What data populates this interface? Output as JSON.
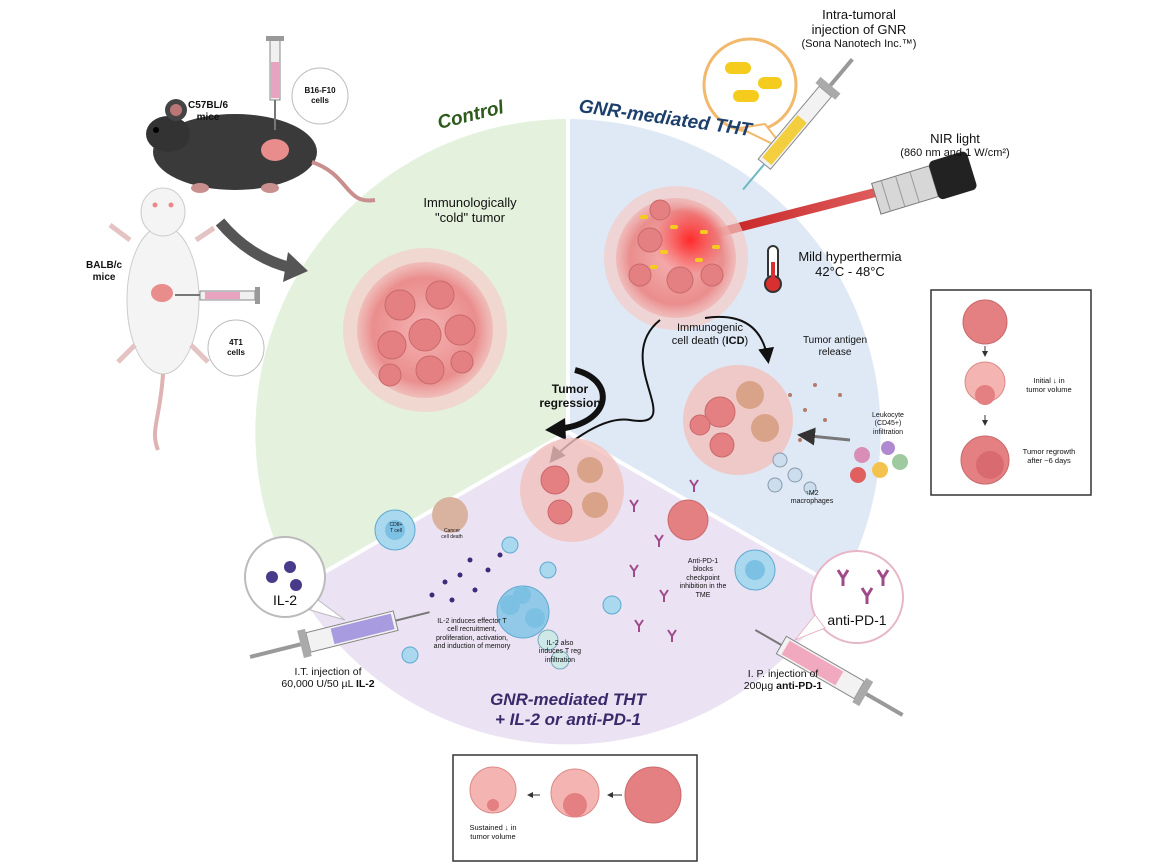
{
  "mice": {
    "c57_label": "C57BL/6\nmice",
    "b16_label": "B16-F10\ncells",
    "balbc_label": "BALB/c\nmice",
    "t41_label": "4T1\ncells"
  },
  "sections": {
    "control_title": "Control",
    "tht_title": "GNR-mediated THT",
    "combo_title_line1": "GNR-mediated THT",
    "combo_title_line2": "+ IL-2 or anti-PD-1"
  },
  "control": {
    "cold_tumor_line1": "Immunologically",
    "cold_tumor_line2": "\"cold\" tumor"
  },
  "tht": {
    "injection_line1": "Intra-tumoral",
    "injection_line2": "injection of GNR",
    "injection_line3": "(Sona Nanotech Inc.™)",
    "nir_line1": "NIR light",
    "nir_line2": "(860 nm and 1 W/cm²)",
    "hyperthermia_line1": "Mild hyperthermia",
    "hyperthermia_line2": "42°C - 48°C",
    "icd_line1": "Immunogenic",
    "icd_line2_pre": "cell death (",
    "icd_line2_bold": "ICD",
    "icd_line2_post": ")",
    "antigen_line1": "Tumor antigen",
    "antigen_line2": "release",
    "leukocyte": "Leukocyte\n(CD45+)\ninfiltration",
    "m2": "↑M2\nmacrophages"
  },
  "regression": {
    "line1": "Tumor",
    "line2": "regression"
  },
  "combo": {
    "cd8_label": "CD8+\nT cell",
    "cancer_death": "Cancer\ncell death",
    "il2_effector": "IL-2 induces effector T\ncell recruitment,\nproliferation, activation,\nand induction of memory",
    "il2_treg": "IL-2 also\ninduces T reg\ninfiltration",
    "antipd1_note": "Anti-PD-1\nblocks\ncheckpoint\ninhibition in the\nTME",
    "il2_badge": "IL-2",
    "antipd1_badge": "anti-PD-1",
    "it_line1": "I.T. injection of",
    "it_line2_pre": "60,000 U/50 µL ",
    "it_line2_bold": "IL-2",
    "ip_line1": "I. P. injection of",
    "ip_line2_pre": "200µg ",
    "ip_line2_bold": "anti-PD-1"
  },
  "side_box": {
    "initial": "Initial ↓ in\ntumor volume",
    "regrowth": "Tumor regrowth\nafter ~6 days"
  },
  "bottom_box": {
    "sustained": "Sustained ↓ in\ntumor volume"
  },
  "colors": {
    "control_bg": "#e3f1dd",
    "tht_bg": "#dfe9f5",
    "combo_bg": "#ebe3f3",
    "control_title": "#2e5a1c",
    "tht_title": "#1d3f6b",
    "combo_title": "#3b2a6b",
    "tumor": "#ee9a9a"
  }
}
